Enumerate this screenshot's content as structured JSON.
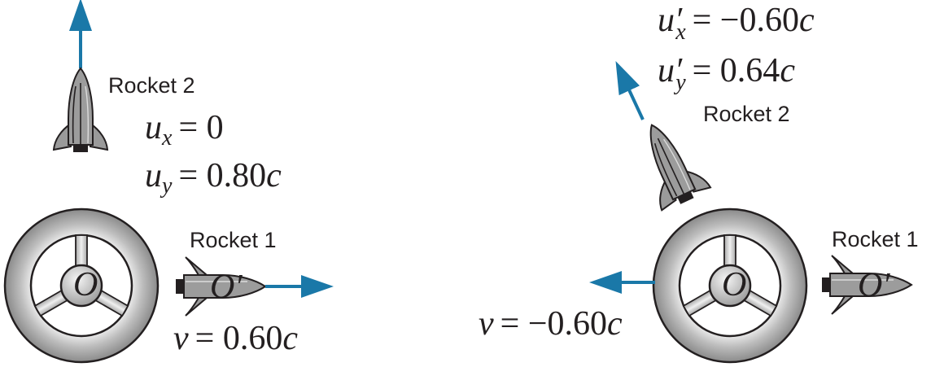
{
  "colors": {
    "arrow": "#1a78a8",
    "rocket_body": "#9a9a9a",
    "outline": "#231f20",
    "station_light": "#f2f2f2",
    "station_dark": "#8f8f8f"
  },
  "left_panel": {
    "rocket2_label": "Rocket 2",
    "rocket1_label": "Rocket 1",
    "ux": {
      "var": "u",
      "sub": "x",
      "rhs": "= 0"
    },
    "uy": {
      "var": "u",
      "sub": "y",
      "rhs": "= 0.80",
      "unit": "c"
    },
    "v": {
      "var": "v",
      "rhs": "= 0.60",
      "unit": "c"
    },
    "station_origin": "O",
    "rocket_origin": "O′"
  },
  "right_panel": {
    "rocket2_label": "Rocket 2",
    "rocket1_label": "Rocket 1",
    "ux_prime": {
      "var": "u′",
      "sub": "x",
      "rhs": "= −0.60",
      "unit": "c"
    },
    "uy_prime": {
      "var": "u′",
      "sub": "y",
      "rhs": "= 0.64",
      "unit": "c"
    },
    "v": {
      "var": "v",
      "rhs": "= −0.60",
      "unit": "c"
    },
    "station_origin": "O",
    "rocket_origin": "O′"
  }
}
